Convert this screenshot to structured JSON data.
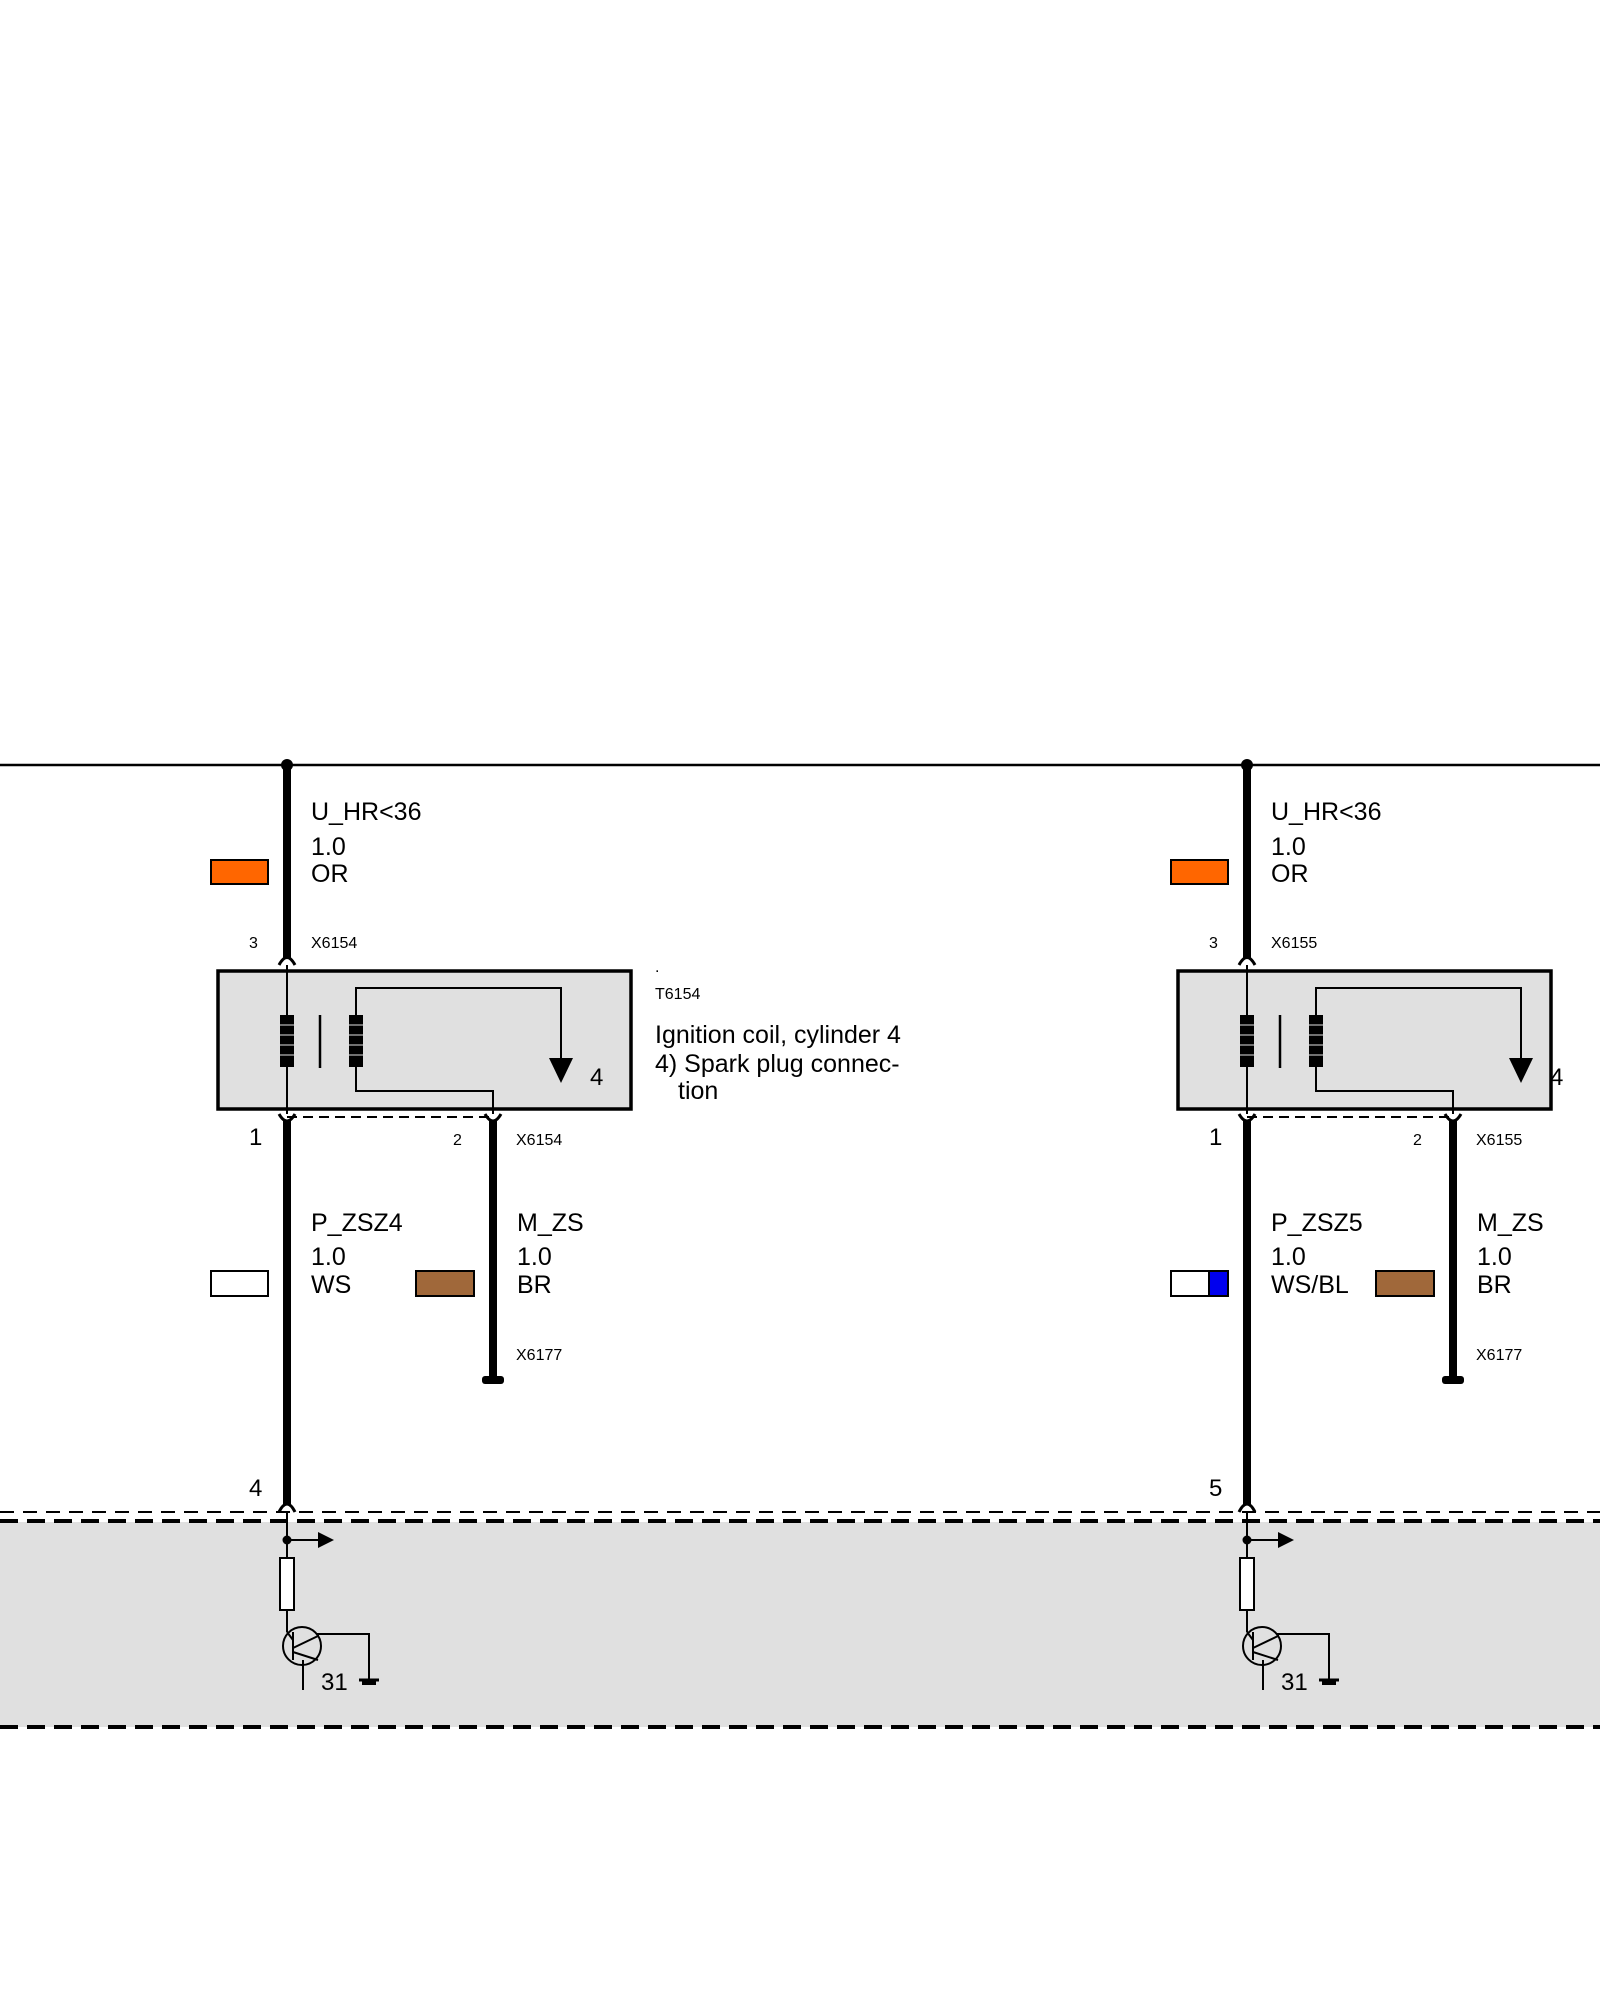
{
  "colors": {
    "orange": "#ff6600",
    "white": "#ffffff",
    "blue": "#0000ee",
    "brown": "#a0683a",
    "box_fill": "#e0e0e0",
    "ecu_fill": "#e0e0e0"
  },
  "icons": [
    "splice-dot-icon",
    "fuse-icon",
    "resistor-icon",
    "transistor-icon",
    "ground-icon",
    "output-arrow-icon",
    "spark-arrow-icon"
  ],
  "circuits": [
    {
      "supply_wire": {
        "name": "U_HR<36",
        "size": "1.0",
        "color_code": "OR"
      },
      "supply_connector": {
        "pin": "3",
        "id": "X6154"
      },
      "component": {
        "dot": ".",
        "id": "T6154",
        "description": [
          "Ignition coil, cylinder 4",
          "4) Spark plug connec-",
          "tion"
        ],
        "spark_pin": "4"
      },
      "output_connector": {
        "pin_left": "1",
        "pin_right": "2",
        "id": "X6154"
      },
      "signal_wire": {
        "name": "P_ZSZ4",
        "size": "1.0",
        "color_code": "WS"
      },
      "ground_wire": {
        "name": "M_ZS",
        "size": "1.0",
        "color_code": "BR",
        "ground_id": "X6177"
      },
      "ecu": {
        "pin": "4",
        "terminal": "31"
      }
    },
    {
      "supply_wire": {
        "name": "U_HR<36",
        "size": "1.0",
        "color_code": "OR"
      },
      "supply_connector": {
        "pin": "3",
        "id": "X6155"
      },
      "component": {
        "spark_pin": "4"
      },
      "output_connector": {
        "pin_left": "1",
        "pin_right": "2",
        "id": "X6155"
      },
      "signal_wire": {
        "name": "P_ZSZ5",
        "size": "1.0",
        "color_code": "WS/BL"
      },
      "ground_wire": {
        "name": "M_ZS",
        "size": "1.0",
        "color_code": "BR",
        "ground_id": "X6177"
      },
      "ecu": {
        "pin": "5",
        "terminal": "31"
      }
    }
  ]
}
